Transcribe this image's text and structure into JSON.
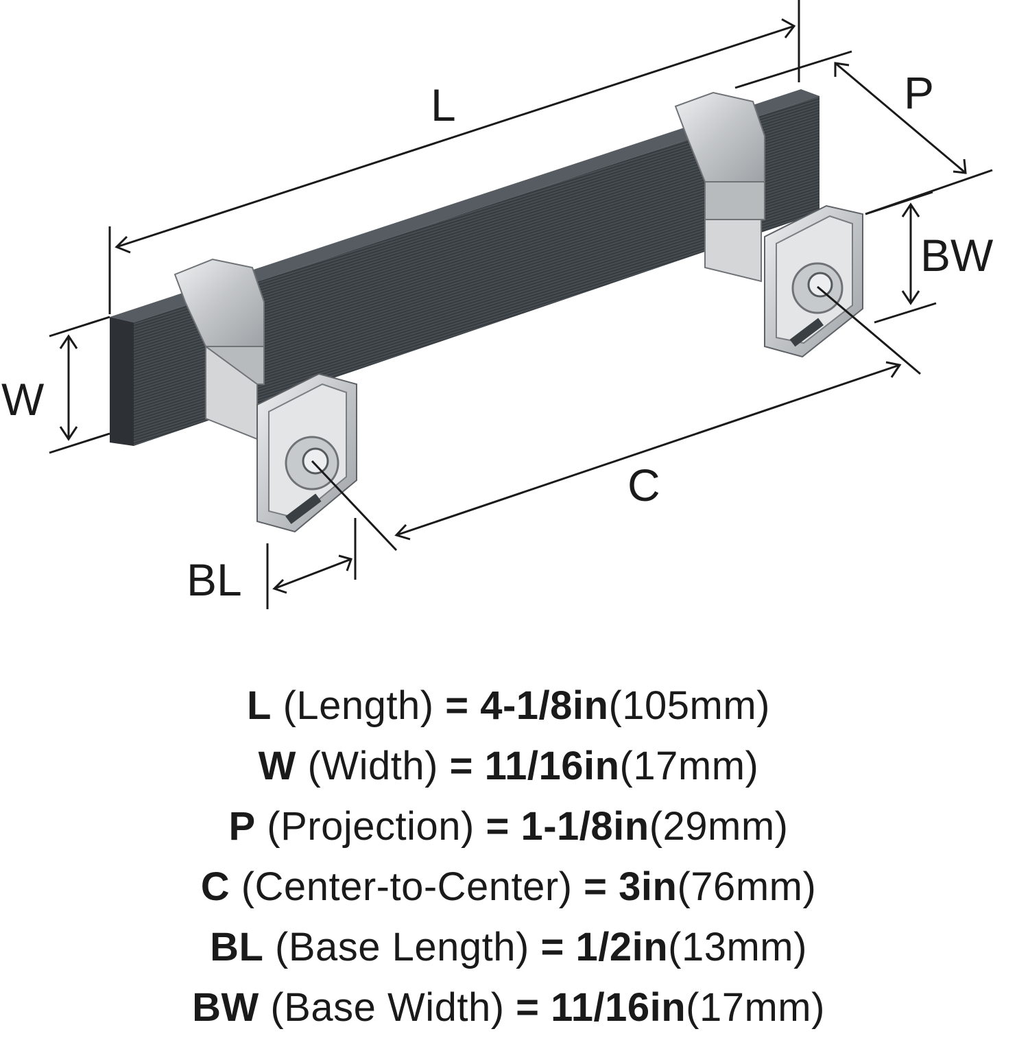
{
  "diagram": {
    "labels": {
      "L": "L",
      "P": "P",
      "BW": "BW",
      "W": "W",
      "C": "C",
      "BL": "BL"
    },
    "colors": {
      "bar": "#3c4247",
      "chrome": "#c9cbcd",
      "line": "#1a1a1a"
    }
  },
  "specs": [
    {
      "code": "L",
      "desc": "(Length)",
      "eq": "=",
      "imperial": "4-1/8in",
      "metric": "(105mm)"
    },
    {
      "code": "W",
      "desc": "(Width)",
      "eq": "=",
      "imperial": "11/16in",
      "metric": "(17mm)"
    },
    {
      "code": "P",
      "desc": "(Projection)",
      "eq": "=",
      "imperial": "1-1/8in",
      "metric": "(29mm)"
    },
    {
      "code": "C",
      "desc": "(Center-to-Center)",
      "eq": "=",
      "imperial": "3in",
      "metric": "(76mm)"
    },
    {
      "code": "BL",
      "desc": "(Base Length)",
      "eq": "=",
      "imperial": "1/2in",
      "metric": "(13mm)"
    },
    {
      "code": "BW",
      "desc": "(Base Width)",
      "eq": "=",
      "imperial": "11/16in",
      "metric": "(17mm)"
    }
  ]
}
